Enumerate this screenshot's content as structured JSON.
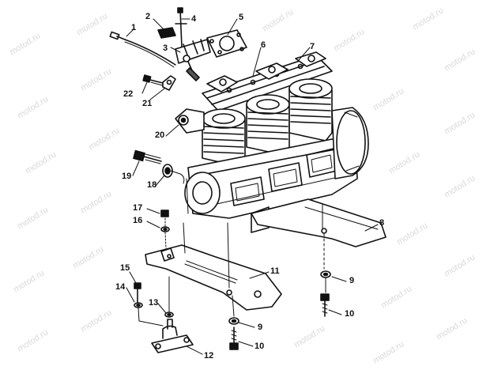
{
  "watermark": "motod.ru",
  "callouts": {
    "c1": "1",
    "c2": "2",
    "c3": "3",
    "c4": "4",
    "c5": "5",
    "c6": "6",
    "c7": "7",
    "c8": "8",
    "c9a": "9",
    "c9b": "9",
    "c10a": "10",
    "c10b": "10",
    "c11": "11",
    "c12": "12",
    "c13": "13",
    "c14": "14",
    "c15a": "15",
    "c15b": "15",
    "c16": "16",
    "c17": "17",
    "c18": "18",
    "c19": "19",
    "c20": "20",
    "c21": "21",
    "c22": "22"
  }
}
